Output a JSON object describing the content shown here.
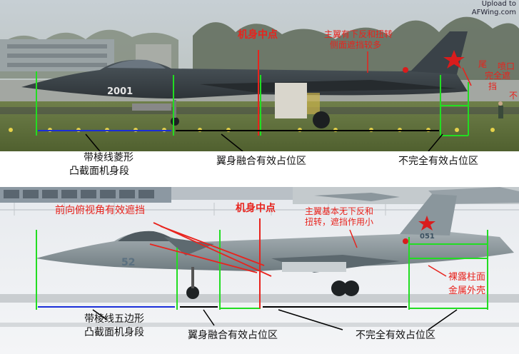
{
  "watermark": {
    "line1": "Upload to",
    "line2": "AFWing.com"
  },
  "top": {
    "center_label": "机身中点",
    "wing_note": [
      "主翼有下反和扭转",
      "侧面遮挡较多"
    ],
    "tail_note": [
      "尾",
      "喷口",
      "完全遮",
      "挡",
      "不"
    ],
    "aircraft_number": "2001",
    "bottom_labels": {
      "diamond": [
        "带棱线菱形",
        "凸截面机身段"
      ],
      "blend": "翼身融合有效占位区",
      "partial": "不完全有效占位区"
    }
  },
  "bottom": {
    "fwd_note": "前向俯视角有效遮挡",
    "center_label": "机身中点",
    "wing_note": [
      "主翼基本无下反和",
      "扭转，遮挡作用小"
    ],
    "cylinder_note": [
      "裸露柱面",
      "金属外壳"
    ],
    "aircraft_number": "52",
    "tail_number": "051",
    "bottom_labels": {
      "pentagon": [
        "带棱线五边形",
        "凸截面机身段"
      ],
      "blend": "翼身融合有效占位区",
      "partial": "不完全有效占位区"
    }
  },
  "colors": {
    "annotation_red": "#e8231d",
    "guide_green": "#22dd22",
    "guide_blue": "#1a2dd8"
  }
}
